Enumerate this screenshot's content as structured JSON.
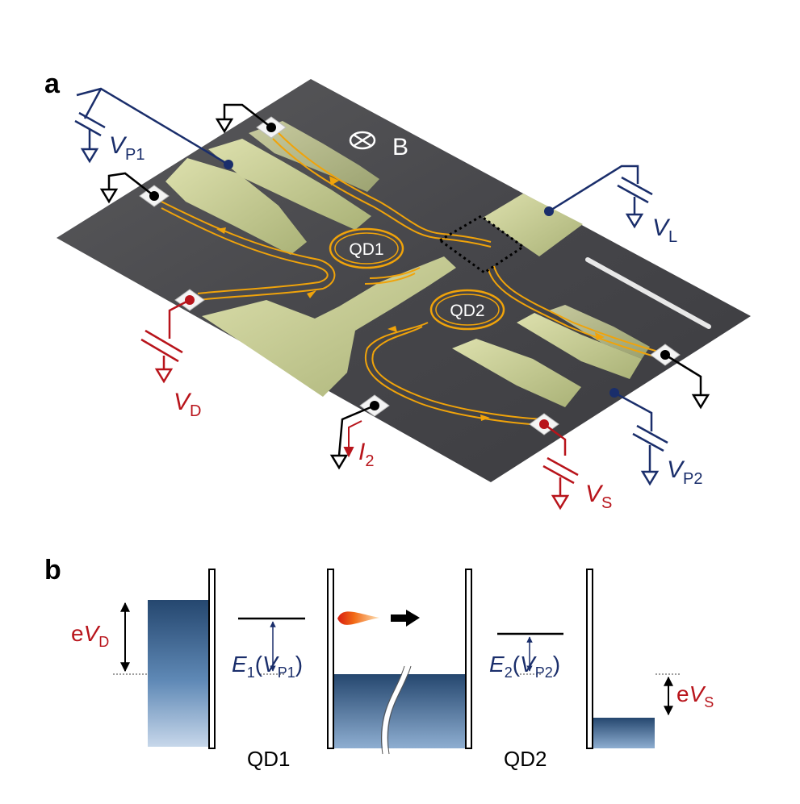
{
  "panel_a": {
    "label": "a",
    "field": {
      "symbol": "B"
    },
    "dots": {
      "qd1": "QD1",
      "qd2": "QD2"
    },
    "voltages": {
      "vp1": {
        "main": "V",
        "sub": "P1"
      },
      "vl": {
        "main": "V",
        "sub": "L"
      },
      "vd": {
        "main": "V",
        "sub": "D"
      },
      "i2": {
        "main": "I",
        "sub": "2"
      },
      "vs": {
        "main": "V",
        "sub": "S"
      },
      "vp2": {
        "main": "V",
        "sub": "P2"
      }
    }
  },
  "panel_b": {
    "label": "b",
    "evd": {
      "e": "e",
      "main": "V",
      "sub": "D"
    },
    "e1": {
      "main": "E",
      "sub": "1",
      "open": "(",
      "v": "V",
      "vsub": "P1",
      "close": ")"
    },
    "e2": {
      "main": "E",
      "sub": "2",
      "open": "(",
      "v": "V",
      "vsub": "P2",
      "close": ")"
    },
    "evs": {
      "e": "e",
      "main": "V",
      "sub": "S"
    },
    "qd1": "QD1",
    "qd2": "QD2"
  },
  "colors": {
    "navy": "#1a2e6b",
    "red": "#b8141b",
    "edge_channel": "#f0a30a",
    "gate": "#c9cf8f",
    "substrate": "#4e4e50"
  }
}
